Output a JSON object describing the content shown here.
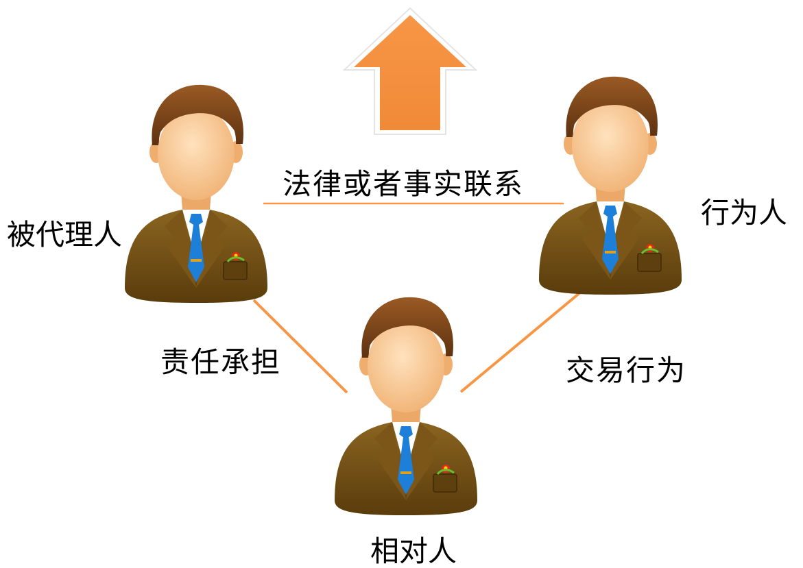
{
  "colors": {
    "arrow_fill": "#F79646",
    "connector": "#F79646",
    "suit": "#6B4A12",
    "hair": "#7A4518",
    "skin": "#F6C48F",
    "tie": "#1E7FD8"
  },
  "relations": {
    "top": "法律或者事实联系",
    "left": "责任承担",
    "right": "交易行为"
  },
  "roles": {
    "principal": "被代理人",
    "actor": "行为人",
    "counterparty": "相对人"
  },
  "icons": {
    "arrow": "up-arrow-icon",
    "person": "businessman-icon"
  }
}
